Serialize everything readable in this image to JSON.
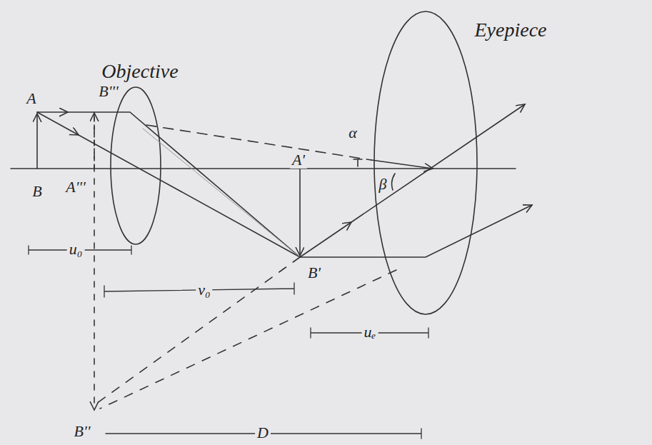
{
  "diagram": {
    "labels": [
      "Eyepiece",
      "Objective",
      "A",
      "B'''",
      "B",
      "A'''",
      "A'",
      "α",
      "β",
      "B'",
      "u₀",
      "v₀",
      "uₑ",
      "B''",
      "D"
    ]
  }
}
